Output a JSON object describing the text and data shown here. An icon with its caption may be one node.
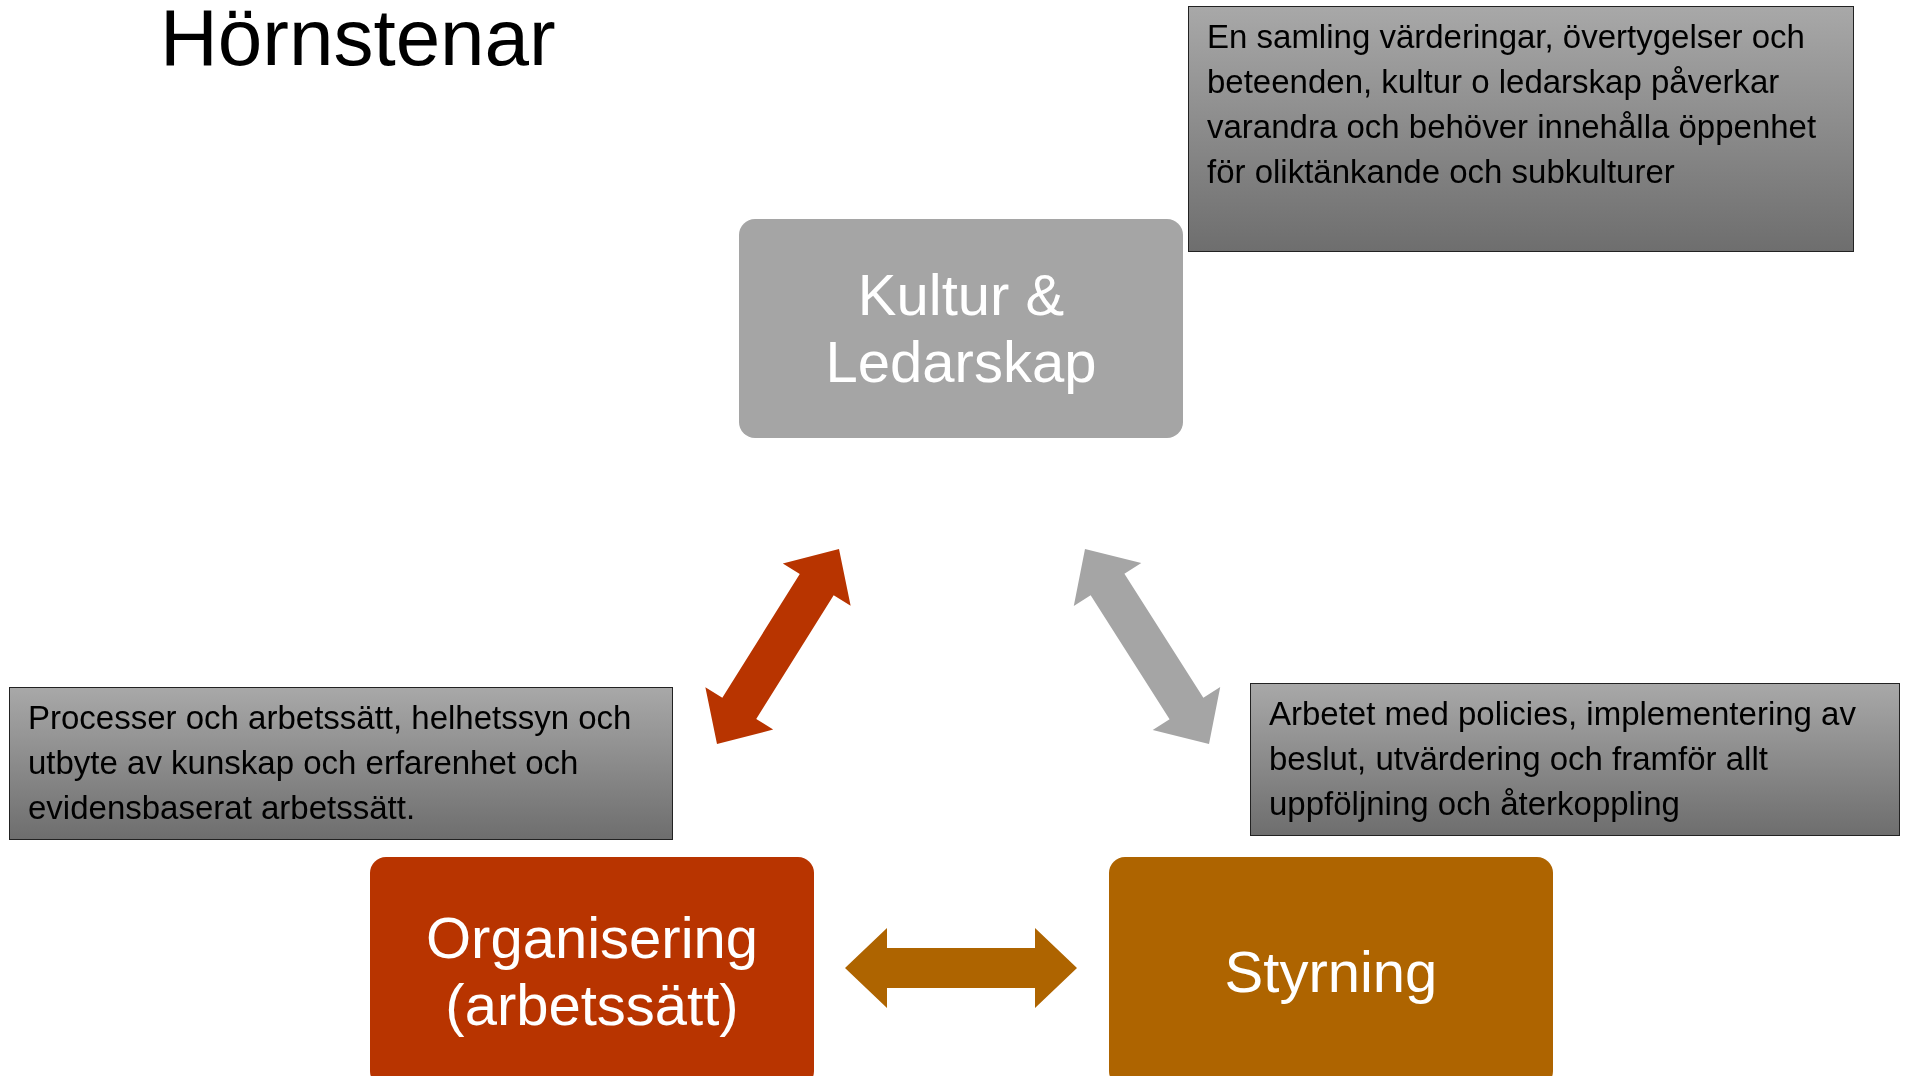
{
  "diagram": {
    "title": "Hörnstenar",
    "nodes": [
      {
        "text": [
          "Kultur & Ledarskap"
        ]
      },
      {
        "text": [
          "Organisering (arbetssätt)"
        ]
      },
      {
        "text": [
          "Styrning"
        ]
      },
      {
        "text": [
          "En samling värderingar, övertygelser och  beteenden, kultur o ledarskap påverkar varandra och behöver innehålla öppenhet för oliktänkande och subkulturer"
        ]
      },
      {
        "text": [
          "Processer och arbetssätt, helhetssyn och utbyte av kunskap och erfarenhet och evidensbaserat arbetssätt."
        ]
      },
      {
        "text": [
          "Arbetet med policies, implementering av beslut, utvärdering och framför allt uppföljning och återkoppling"
        ]
      }
    ],
    "edges": [
      {
        "from": 0,
        "to": 1,
        "arrow": "both",
        "color": "#b83400"
      },
      {
        "from": 0,
        "to": 2,
        "arrow": "both",
        "color": "#a5a5a5"
      },
      {
        "from": 1,
        "to": 2,
        "arrow": "both",
        "color": "#ae6400"
      }
    ]
  }
}
